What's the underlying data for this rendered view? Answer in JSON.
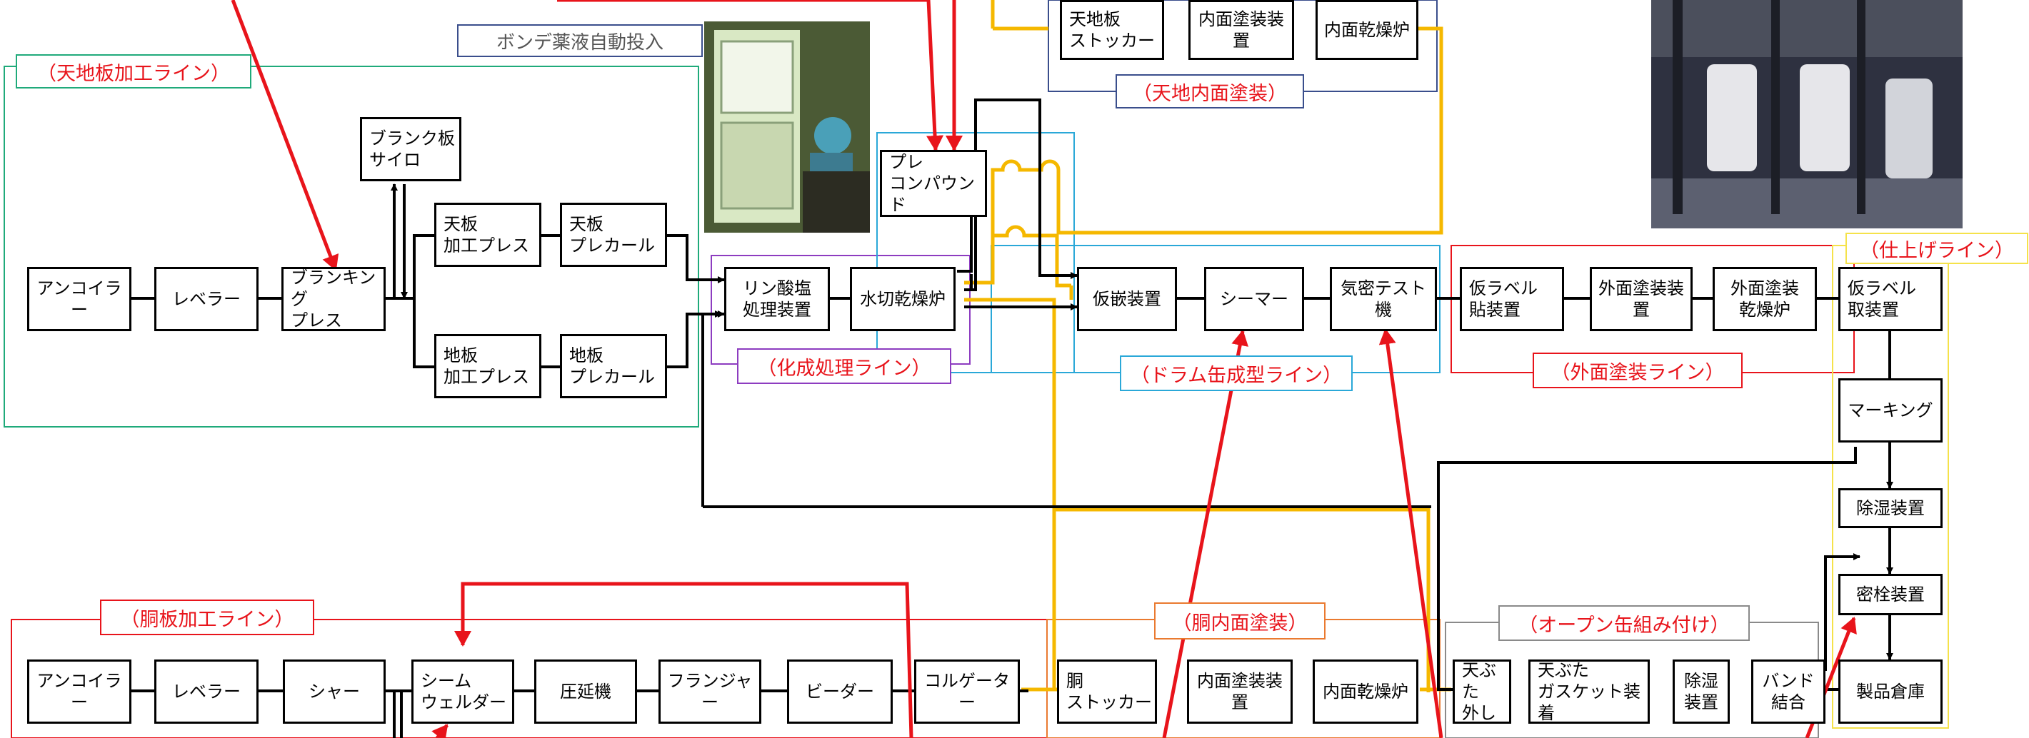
{
  "labels": {
    "tenchi_line": "（天地板加工ライン）",
    "bonde": "ボンデ薬液自動投入",
    "tenchi_coating": "（天地内面塗装）",
    "chemical_line": "（化成処理ライン）",
    "drum_line": "（ドラム缶成型ライン）",
    "outer_line": "（外面塗装ライン）",
    "finish_line": "（仕上げライン）",
    "body_line": "（胴板加工ライン）",
    "body_coating": "（胴内面塗装）",
    "open_line": "（オープン缶組み付け）"
  },
  "boxes": {
    "t_uncoiler": "アンコイラー",
    "t_leveler": "レベラー",
    "blanking": "ブランキング\nプレス",
    "blank_silo": "ブランク板\nサイロ",
    "top_press": "天板\n加工プレス",
    "top_curl": "天板\nプレカール",
    "bot_press": "地板\n加工プレス",
    "bot_curl": "地板\nプレカール",
    "phosphate": "リン酸塩\n処理装置",
    "drain_dryer": "水切乾燥炉",
    "pre_compound": "プレ\nコンパウンド",
    "tc_stocker": "天地板\nストッカー",
    "tc_coater": "内面塗装装置",
    "tc_dryer": "内面乾燥炉",
    "tack": "仮嵌装置",
    "seamer": "シーマー",
    "airtest": "気密テスト機",
    "label_apply": "仮ラベル\n貼装置",
    "outer_coater": "外面塗装装置",
    "outer_dryer": "外面塗装\n乾燥炉",
    "label_remove": "仮ラベル\n取装置",
    "marking": "マーキング",
    "dehumid": "除湿装置",
    "plug": "密栓装置",
    "warehouse": "製品倉庫",
    "b_uncoiler": "アンコイラー",
    "b_leveler": "レベラー",
    "shear": "シャー",
    "seam_welder": "シーム\nウェルダー",
    "roller": "圧延機",
    "flanger": "フランジャー",
    "beader": "ビーダー",
    "corrugator": "コルゲーター",
    "bc_stocker": "胴\nストッカー",
    "bc_coater": "内面塗装装置",
    "bc_dryer": "内面乾燥炉",
    "lid_remove": "天ぶた\n外し",
    "gasket": "天ぶた\nガスケット装着",
    "dehumid2": "除湿\n装置",
    "band": "バンド\n結合"
  },
  "colors": {
    "red": "#e8141b",
    "green": "#1faa7a",
    "purple": "#8d3cc0",
    "cyan": "#2aa8d8",
    "navy": "#3a4e8c",
    "yellow": "#f5b800",
    "orange": "#ea7a30",
    "gray": "#8a8a8a",
    "black": "#000000"
  }
}
